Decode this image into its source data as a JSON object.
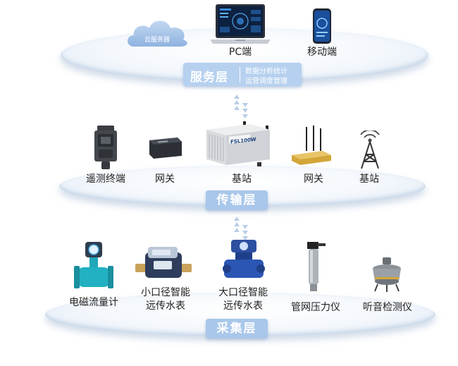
{
  "cloud": {
    "label": "云服务器"
  },
  "top_layer": {
    "devices": [
      {
        "id": "pc",
        "label": "PC端",
        "icon": "laptop-icon"
      },
      {
        "id": "mobile",
        "label": "移动端",
        "icon": "smartphone-icon"
      }
    ],
    "badge": {
      "title": "服务层",
      "line1": "数据分析统计",
      "line2": "运营调度管理"
    }
  },
  "middle_layer": {
    "devices": [
      {
        "id": "rtu",
        "label": "遥测终端",
        "icon": "telemetry-terminal-icon"
      },
      {
        "id": "gateway1",
        "label": "网关",
        "icon": "gateway-box-icon"
      },
      {
        "id": "basestation1",
        "label": "基站",
        "icon": "base-station-box-icon",
        "device_text": "FSL100W"
      },
      {
        "id": "gateway2",
        "label": "网关",
        "icon": "router-icon"
      },
      {
        "id": "basestation2",
        "label": "基站",
        "icon": "antenna-tower-icon"
      }
    ],
    "badge": {
      "title": "传输层"
    }
  },
  "bottom_layer": {
    "devices": [
      {
        "id": "flowmeter",
        "label": "电磁流量计",
        "icon": "electromagnetic-flowmeter-icon"
      },
      {
        "id": "small_meter",
        "label_line1": "小口径智能",
        "label_line2": "远传水表",
        "icon": "small-water-meter-icon"
      },
      {
        "id": "large_meter",
        "label_line1": "大口径智能",
        "label_line2": "远传水表",
        "icon": "large-water-meter-icon"
      },
      {
        "id": "pressure",
        "label": "管网压力仪",
        "icon": "pressure-gauge-icon"
      },
      {
        "id": "listener",
        "label": "听音检测仪",
        "icon": "leak-detector-icon"
      }
    ],
    "badge": {
      "title": "采集层"
    }
  },
  "colors": {
    "badge": "#a9c7ea",
    "arrow": "#b8cde6",
    "platform_edge": "#dde8f5"
  }
}
